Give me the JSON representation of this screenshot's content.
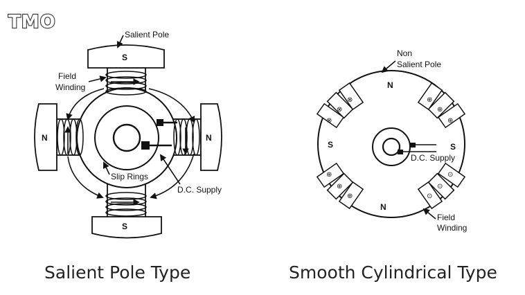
{
  "logo": "TMO",
  "left": {
    "caption": "Salient Pole Type",
    "labels": {
      "salient_pole": "Salient Pole",
      "field_winding_1": "Field",
      "field_winding_2": "Winding",
      "slip_rings": "Slip Rings",
      "dc_supply": "D.C. Supply"
    },
    "poles": {
      "top": "S",
      "bottom": "S",
      "left": "N",
      "right": "N"
    }
  },
  "right": {
    "caption": "Smooth Cylindrical Type",
    "labels": {
      "non_salient_1": "Non",
      "non_salient_2": "Salient Pole",
      "dc_supply": "D.C. Supply",
      "field_winding_1": "Field",
      "field_winding_2": "Winding"
    },
    "poles": {
      "top": "N",
      "bottom": "N",
      "left": "S",
      "right": "S"
    }
  },
  "colors": {
    "ink": "#111111",
    "logo_outline": "#333333"
  }
}
